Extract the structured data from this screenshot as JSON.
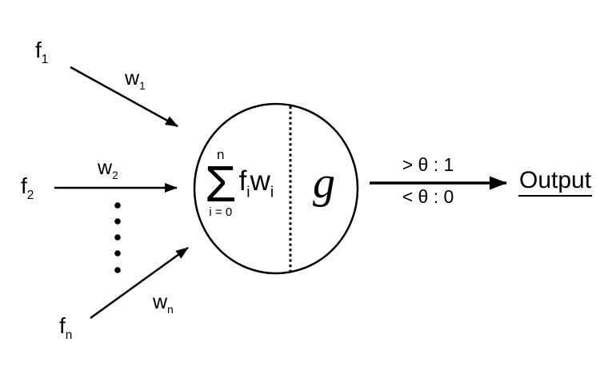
{
  "colors": {
    "ink": "#000000",
    "background": "#ffffff"
  },
  "inputs": [
    {
      "label": "f",
      "sub": "1",
      "weight_label": "w",
      "weight_sub": "1"
    },
    {
      "label": "f",
      "sub": "2",
      "weight_label": "w",
      "weight_sub": "2"
    },
    {
      "label": "f",
      "sub": "n",
      "weight_label": "w",
      "weight_sub": "n"
    }
  ],
  "neuron": {
    "summation": {
      "sigma": "Σ",
      "upper_limit": "n",
      "lower_limit": "i = 0",
      "term_a": "f",
      "term_a_sub": "i",
      "term_b": "w",
      "term_b_sub": "i"
    },
    "activation_function": "g"
  },
  "output": {
    "threshold_above": "> θ : 1",
    "threshold_below": "< θ : 0",
    "label": "Output"
  }
}
